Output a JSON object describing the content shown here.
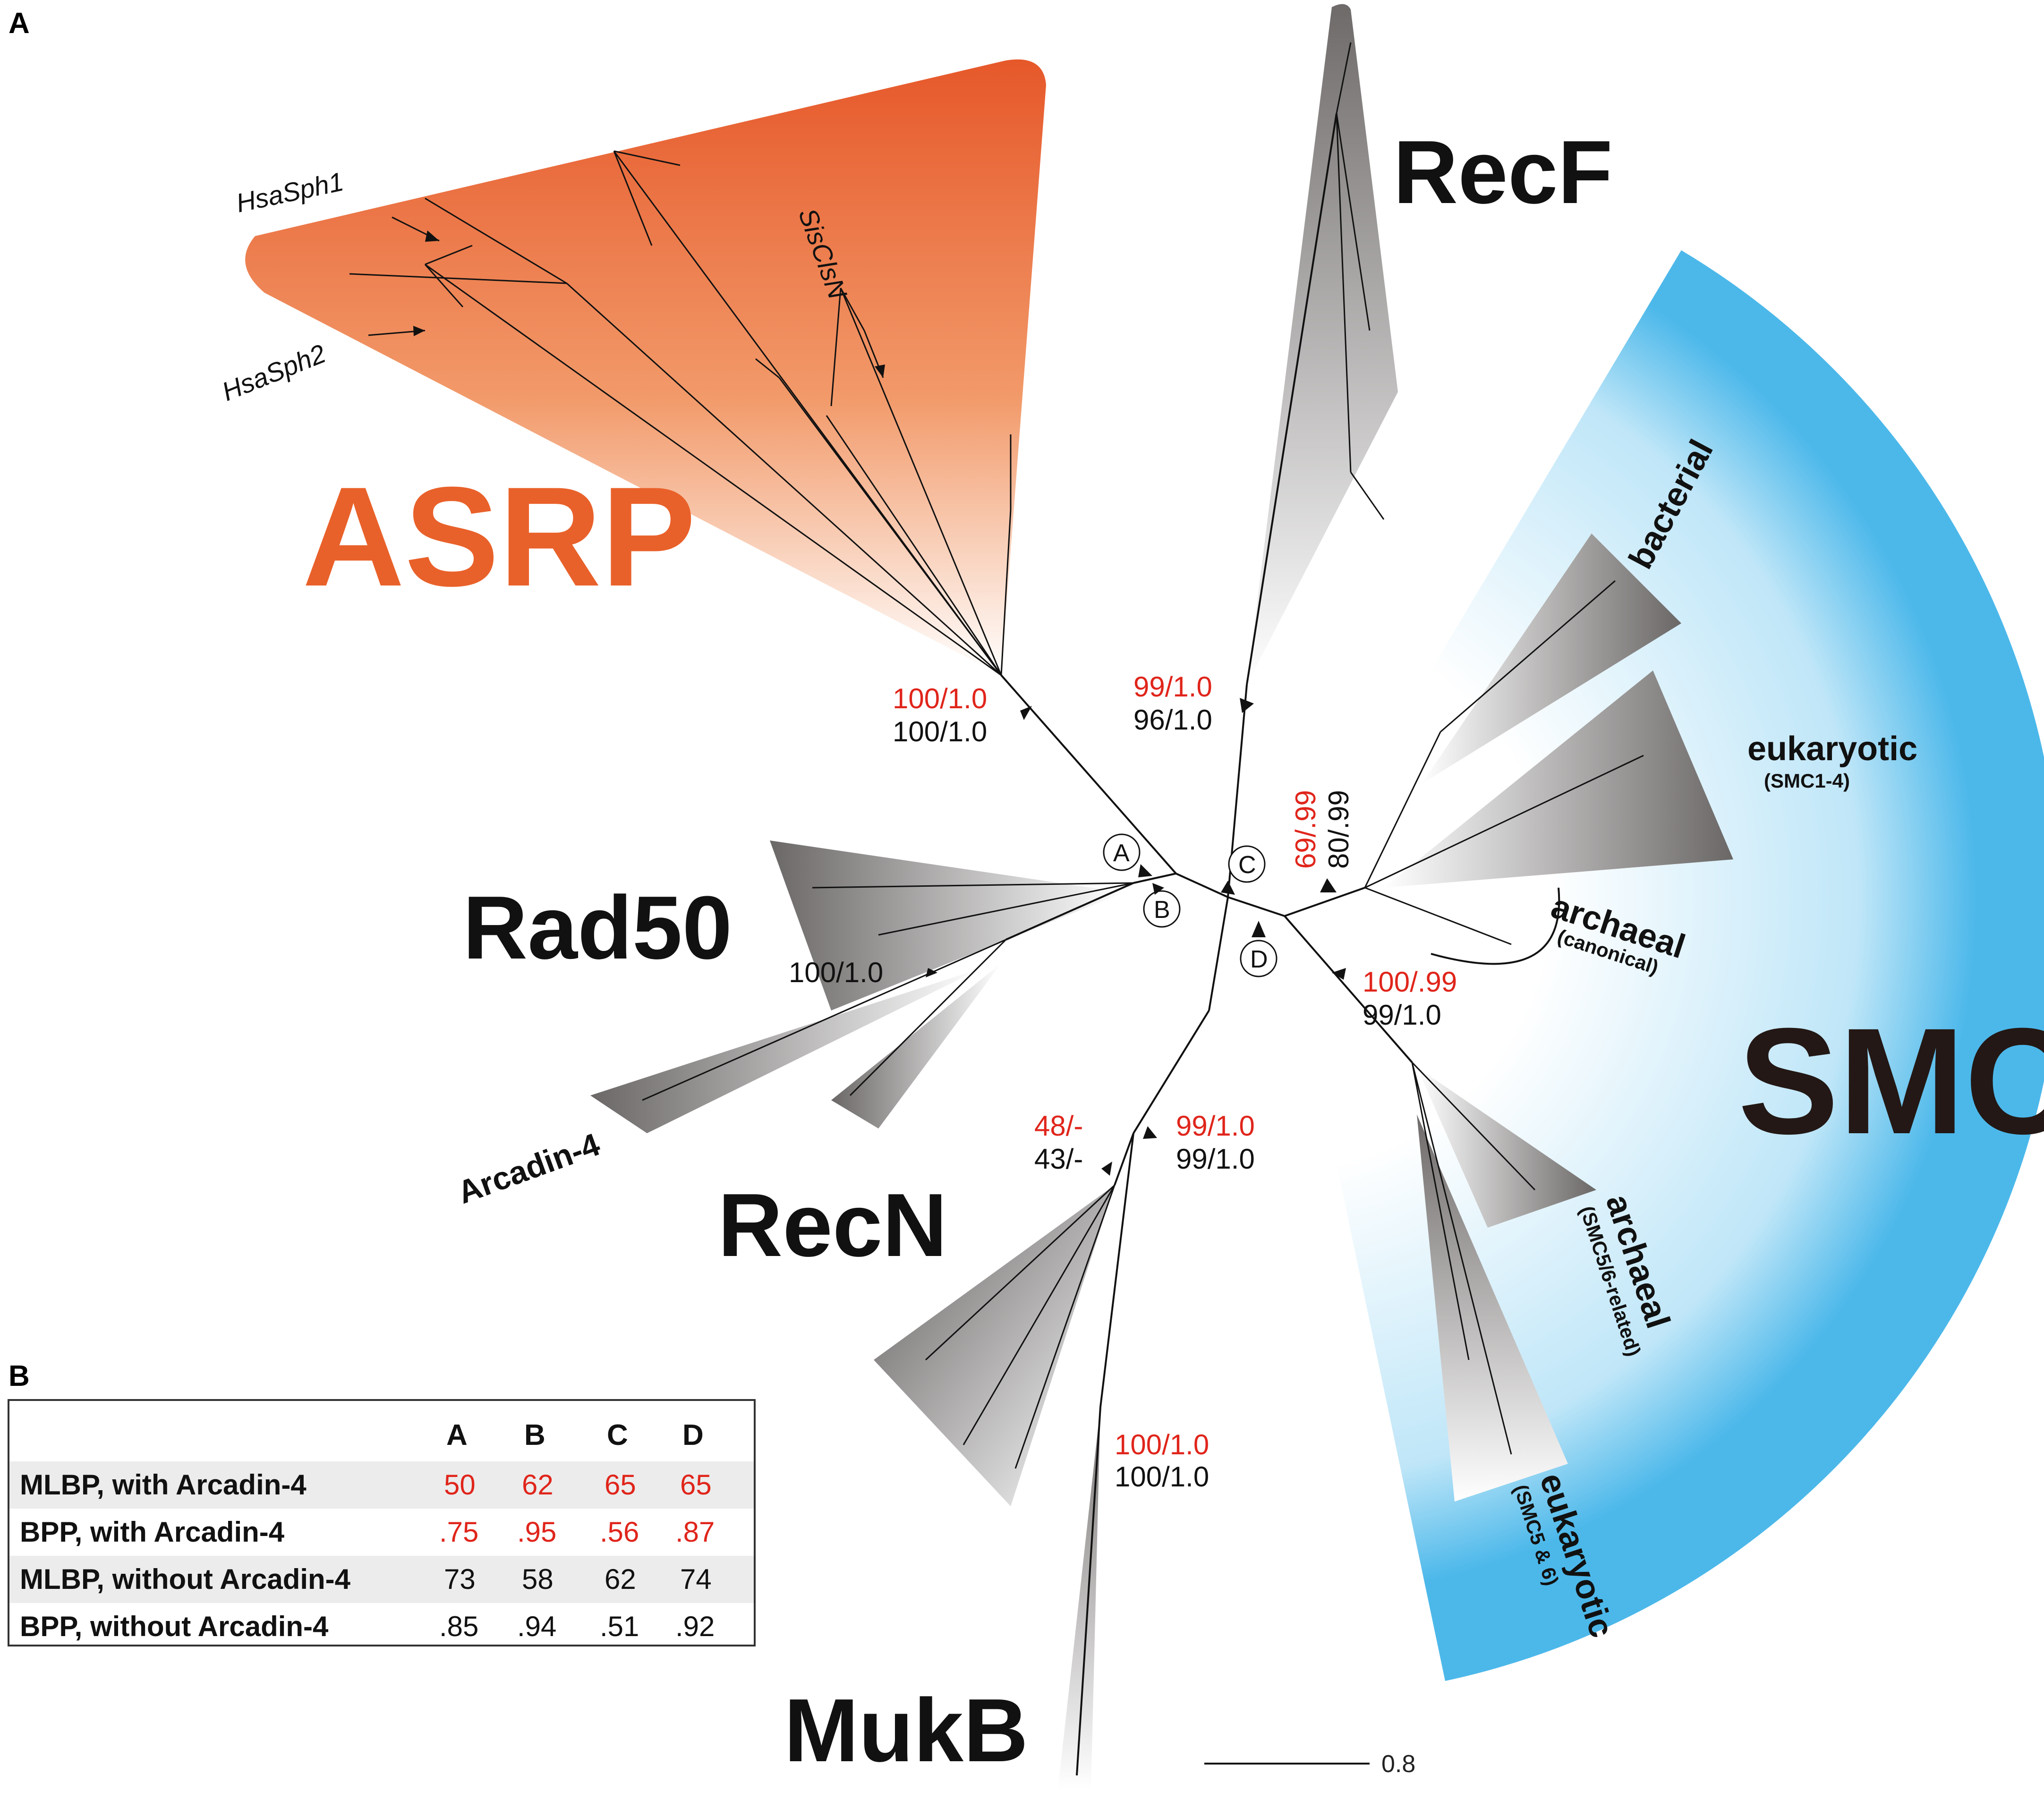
{
  "panels": {
    "a": "A",
    "b": "B"
  },
  "clades": {
    "asrp": "ASRP",
    "recf": "RecF",
    "rad50": "Rad50",
    "recn": "RecN",
    "mukb": "MukB",
    "arcadin4": "Arcadin-4",
    "smc": "SMC",
    "bacterial": "bacterial",
    "eukaryotic1": "eukaryotic",
    "eukaryotic1_sub": "(SMC1-4)",
    "archaeal_canon": "archaeal",
    "archaeal_canon_sub": "(canonical)",
    "archaeal_smc56": "archaeal",
    "archaeal_smc56_sub": "(SMC5/6-related)",
    "eukaryotic2": "eukaryotic",
    "eukaryotic2_sub": "(SMC5 & 6)"
  },
  "genes": {
    "hsasph1": "HsaSph1",
    "hsasph2": "HsaSph2",
    "sisclsn": "SisClsN"
  },
  "nodes": {
    "a": "A",
    "b": "B",
    "c": "C",
    "d": "D"
  },
  "supports": {
    "asrp_red": "100/1.0",
    "asrp_black": "100/1.0",
    "recf_red": "99/1.0",
    "recf_black": "96/1.0",
    "smc1_red": "69/.99",
    "smc1_black": "80/.99",
    "smc2_red": "100/.99",
    "smc2_black": "99/1.0",
    "rad50_black": "100/1.0",
    "recn_red": "48/-",
    "recn_black": "43/-",
    "d_red": "99/1.0",
    "d_black": "99/1.0",
    "mukb_red": "100/1.0",
    "mukb_black": "100/1.0"
  },
  "scale": {
    "label": "0.8"
  },
  "table": {
    "columns": [
      "A",
      "B",
      "C",
      "D"
    ],
    "rows": [
      {
        "label": "MLBP, with Arcadin-4",
        "values": [
          "50",
          "62",
          "65",
          "65"
        ],
        "red": true
      },
      {
        "label": "BPP, with Arcadin-4",
        "values": [
          ".75",
          ".95",
          ".56",
          ".87"
        ],
        "red": true
      },
      {
        "label": "MLBP, without Arcadin-4",
        "values": [
          "73",
          "58",
          "62",
          "74"
        ],
        "red": false
      },
      {
        "label": "BPP, without Arcadin-4",
        "values": [
          ".85",
          ".94",
          ".51",
          ".92"
        ],
        "red": false
      }
    ]
  },
  "colors": {
    "asrp": "#e9612a",
    "smc": "#4cb8ea",
    "support_red": "#e0251b",
    "clade_grey": "#6e6a69"
  }
}
